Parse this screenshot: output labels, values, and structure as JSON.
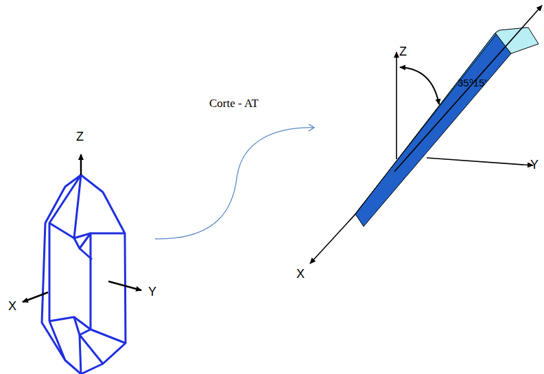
{
  "diagram": {
    "labels": [
      "Z",
      "X",
      "Y",
      "Corte - AT",
      "Z",
      "35⁰15'",
      "Y",
      "X"
    ]
  }
}
